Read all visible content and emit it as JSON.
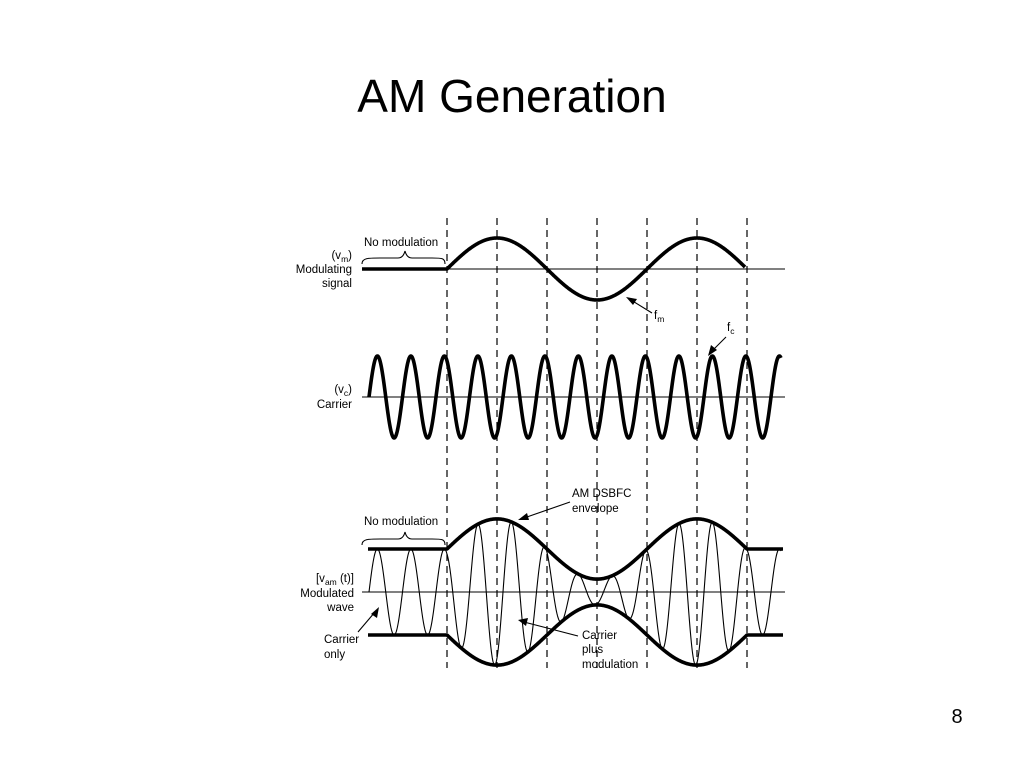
{
  "slide": {
    "title": "AM Generation",
    "page_number": "8"
  },
  "diagram": {
    "modulating": {
      "symbol": "(v",
      "symbol_sub": "m",
      "symbol_end": ")",
      "line1": "Modulating",
      "line2": "signal",
      "no_modulation": "No modulation",
      "freq_label": "f",
      "freq_sub": "m"
    },
    "carrier": {
      "symbol": "(v",
      "symbol_sub": "c",
      "symbol_end": ")",
      "line1": "Carrier",
      "freq_label": "f",
      "freq_sub": "c"
    },
    "modulated": {
      "symbol": "[v",
      "symbol_sub": "am",
      "symbol_end": " (t)]",
      "line1": "Modulated",
      "line2": "wave",
      "no_modulation": "No modulation",
      "envelope_line1": "AM DSBFC",
      "envelope_line2": "envelope",
      "carrier_only_line1": "Carrier",
      "carrier_only_line2": "only",
      "cpm_line1": "Carrier",
      "cpm_line2": "plus",
      "cpm_line3": "modulation"
    }
  }
}
